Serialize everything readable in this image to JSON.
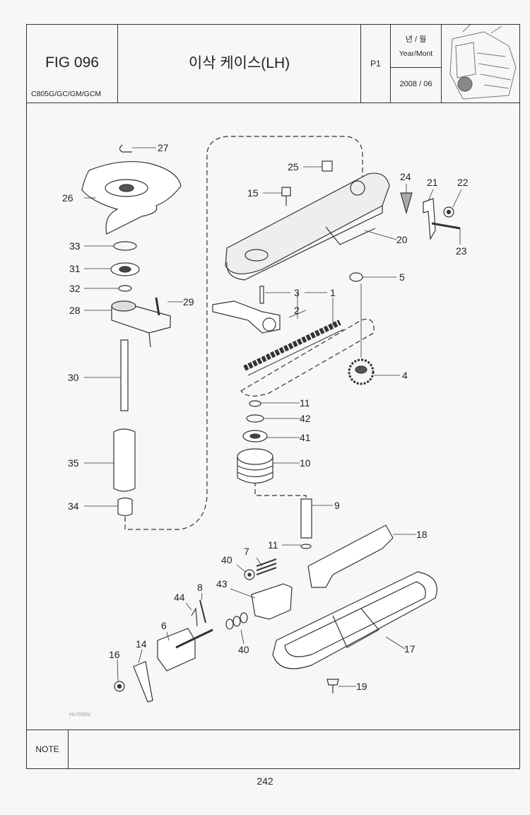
{
  "header": {
    "fig": "FIG 096",
    "model": "C805G/GC/GM/GCM",
    "title": "이삭 케이스(LH)",
    "page": "P1",
    "date_label_ko": "년 / 월",
    "date_label_en": "Year/Mont",
    "date_value": "2008 / 06",
    "thumbnail_icon": "machine-thumbnail-icon"
  },
  "diagram": {
    "callouts": [
      "27",
      "26",
      "33",
      "31",
      "32",
      "28",
      "29",
      "30",
      "35",
      "34",
      "25",
      "15",
      "24",
      "21",
      "22",
      "20",
      "23",
      "5",
      "3",
      "1",
      "2",
      "4",
      "11",
      "42",
      "41",
      "10",
      "9",
      "11",
      "18",
      "7",
      "40",
      "43",
      "8",
      "44",
      "6",
      "14",
      "16",
      "40",
      "17",
      "19"
    ],
    "watermark": "HU7000V"
  },
  "note": {
    "label": "NOTE"
  },
  "footer": {
    "page_number": "242"
  }
}
